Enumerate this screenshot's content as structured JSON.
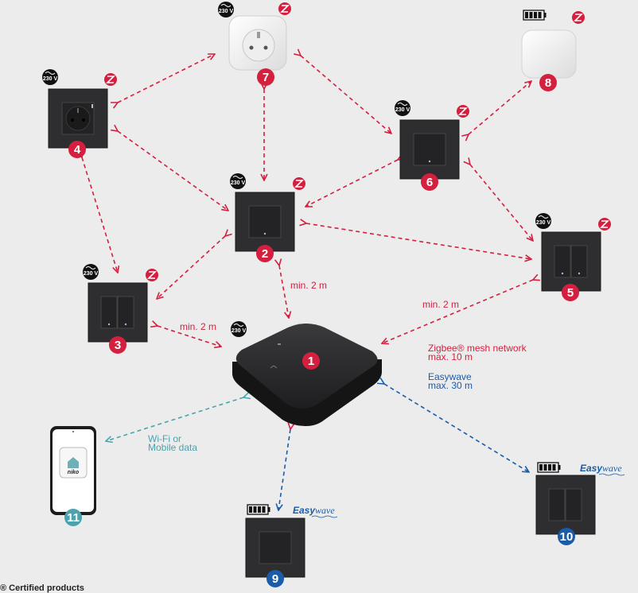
{
  "colors": {
    "zigbee": "#d41f3e",
    "easywave": "#1a5ca8",
    "wifi": "#4aa3ad",
    "switch_frame": "#2e2e30",
    "background": "#ececec"
  },
  "badges": {
    "voltage": "230 V",
    "zigbee_icon": "zigbee-z-icon",
    "battery_icon": "battery-icon"
  },
  "easywave_logo": {
    "part1": "Easy",
    "part2": "wave"
  },
  "numbers": {
    "n1": "1",
    "n2": "2",
    "n3": "3",
    "n4": "4",
    "n5": "5",
    "n6": "6",
    "n7": "7",
    "n8": "8",
    "n9": "9",
    "n10": "10",
    "n11": "11"
  },
  "labels": {
    "min_2m": "min. 2 m",
    "zigbee_mesh_line1": "Zigbee® mesh network",
    "zigbee_mesh_line2": "max. 10 m",
    "easywave_line1": "Easywave",
    "easywave_line2": "max. 30 m",
    "wifi_line1": "Wi-Fi or",
    "wifi_line2": "Mobile data"
  },
  "phone_app": "niko",
  "footer": "® Certified products"
}
